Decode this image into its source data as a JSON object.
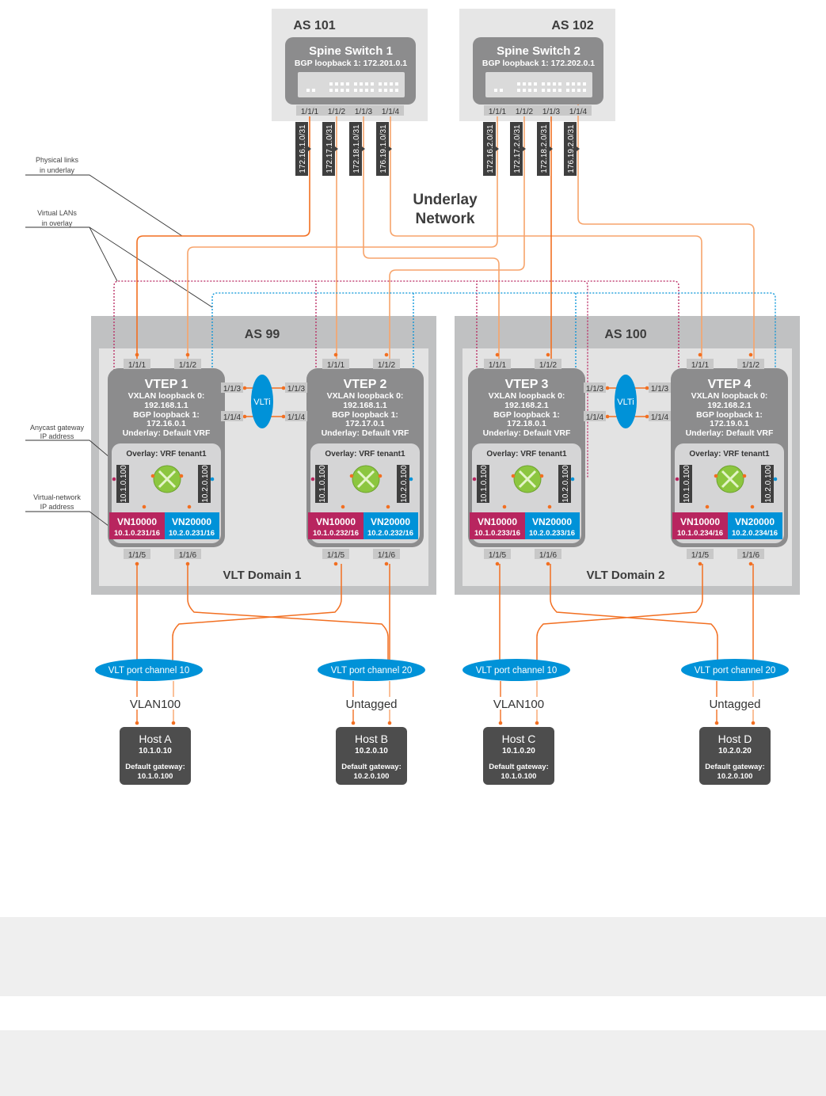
{
  "colors": {
    "orange": "#f26f21",
    "orange_light": "#f7a46b",
    "magenta": "#b8255f",
    "blue": "#0092d8",
    "as_box": "#e6e6e6",
    "vlt_outer": "#c0c1c2",
    "vlt_inner": "#e3e3e3",
    "vtep_gray": "#8c8c8d",
    "overlay_gray": "#d5d5d6",
    "host_dark": "#4d4d4d",
    "label_dark": "#3d3d3d",
    "router_green": "#8cc63f"
  },
  "title": {
    "line1": "Underlay",
    "line2": "Network"
  },
  "callouts": {
    "physical": [
      "Physical links",
      "in underlay"
    ],
    "virtual": [
      "Virtual LANs",
      "in overlay"
    ],
    "anycast": [
      "Anycast gateway",
      "IP address"
    ],
    "vnet": [
      "Virtual-network",
      "IP address"
    ]
  },
  "spines": [
    {
      "as": "AS 101",
      "name": "Spine Switch 1",
      "loopback": "BGP loopback 1: 172.201.0.1",
      "ports": [
        "1/1/1",
        "1/1/2",
        "1/1/3",
        "1/1/4"
      ],
      "links": [
        "172.16.1.0/31",
        "172.17.1.0/31",
        "172.18.1.0/31",
        "176.19.1.0/31"
      ]
    },
    {
      "as": "AS 102",
      "name": "Spine Switch 2",
      "loopback": "BGP loopback 1: 172.202.0.1",
      "ports": [
        "1/1/1",
        "1/1/2",
        "1/1/3",
        "1/1/4"
      ],
      "links": [
        "172.16.2.0/31",
        "172.17.2.0/31",
        "172.18.2.0/31",
        "176.19.2.0/31"
      ]
    }
  ],
  "domains": [
    {
      "as": "AS 99",
      "name": "VLT Domain 1"
    },
    {
      "as": "AS 100",
      "name": "VLT Domain 2"
    }
  ],
  "vlti_label": "VLTi",
  "vlti_ports": [
    "1/1/3",
    "1/1/4"
  ],
  "vteps": [
    {
      "name": "VTEP 1",
      "vx_label": "VXLAN loopback 0:",
      "vx_ip": "192.168.1.1",
      "bgp_label": "BGP loopback 1:",
      "bgp_ip": "172.16.0.1",
      "underlay": "Underlay: Default VRF",
      "overlay": "Overlay: VRF tenant1",
      "gw1": "10.1.0.100",
      "gw2": "10.2.0.100",
      "vn1": "VN10000",
      "vn1_ip": "10.1.0.231/16",
      "vn2": "VN20000",
      "vn2_ip": "10.2.0.231/16",
      "up_ports": [
        "1/1/1",
        "1/1/2"
      ],
      "down_ports": [
        "1/1/5",
        "1/1/6"
      ]
    },
    {
      "name": "VTEP 2",
      "vx_label": "VXLAN loopback 0:",
      "vx_ip": "192.168.1.1",
      "bgp_label": "BGP loopback 1:",
      "bgp_ip": "172.17.0.1",
      "underlay": "Underlay: Default VRF",
      "overlay": "Overlay: VRF tenant1",
      "gw1": "10.1.0.100",
      "gw2": "10.2.0.100",
      "vn1": "VN10000",
      "vn1_ip": "10.1.0.232/16",
      "vn2": "VN20000",
      "vn2_ip": "10.2.0.232/16",
      "up_ports": [
        "1/1/1",
        "1/1/2"
      ],
      "down_ports": [
        "1/1/5",
        "1/1/6"
      ]
    },
    {
      "name": "VTEP 3",
      "vx_label": "VXLAN loopback 0:",
      "vx_ip": "192.168.2.1",
      "bgp_label": "BGP loopback 1:",
      "bgp_ip": "172.18.0.1",
      "underlay": "Underlay: Default VRF",
      "overlay": "Overlay: VRF tenant1",
      "gw1": "10.1.0.100",
      "gw2": "10.2.0.100",
      "vn1": "VN10000",
      "vn1_ip": "10.1.0.233/16",
      "vn2": "VN20000",
      "vn2_ip": "10.2.0.233/16",
      "up_ports": [
        "1/1/1",
        "1/1/2"
      ],
      "down_ports": [
        "1/1/5",
        "1/1/6"
      ]
    },
    {
      "name": "VTEP 4",
      "vx_label": "VXLAN loopback 0:",
      "vx_ip": "192.168.2.1",
      "bgp_label": "BGP loopback 1:",
      "bgp_ip": "172.19.0.1",
      "underlay": "Underlay: Default VRF",
      "overlay": "Overlay: VRF tenant1",
      "gw1": "10.1.0.100",
      "gw2": "10.2.0.100",
      "vn1": "VN10000",
      "vn1_ip": "10.1.0.234/16",
      "vn2": "VN20000",
      "vn2_ip": "10.2.0.234/16",
      "up_ports": [
        "1/1/1",
        "1/1/2"
      ],
      "down_ports": [
        "1/1/5",
        "1/1/6"
      ]
    }
  ],
  "port_channels": [
    {
      "label": "VLT port channel 10",
      "vlan": "VLAN100"
    },
    {
      "label": "VLT port channel 20",
      "vlan": "Untagged"
    },
    {
      "label": "VLT port channel 10",
      "vlan": "VLAN100"
    },
    {
      "label": "VLT port channel 20",
      "vlan": "Untagged"
    }
  ],
  "hosts": [
    {
      "name": "Host A",
      "ip": "10.1.0.10",
      "gw_label": "Default gateway:",
      "gw": "10.1.0.100"
    },
    {
      "name": "Host B",
      "ip": "10.2.0.10",
      "gw_label": "Default gateway:",
      "gw": "10.2.0.100"
    },
    {
      "name": "Host C",
      "ip": "10.1.0.20",
      "gw_label": "Default gateway:",
      "gw": "10.1.0.100"
    },
    {
      "name": "Host D",
      "ip": "10.2.0.20",
      "gw_label": "Default gateway:",
      "gw": "10.2.0.100"
    }
  ]
}
